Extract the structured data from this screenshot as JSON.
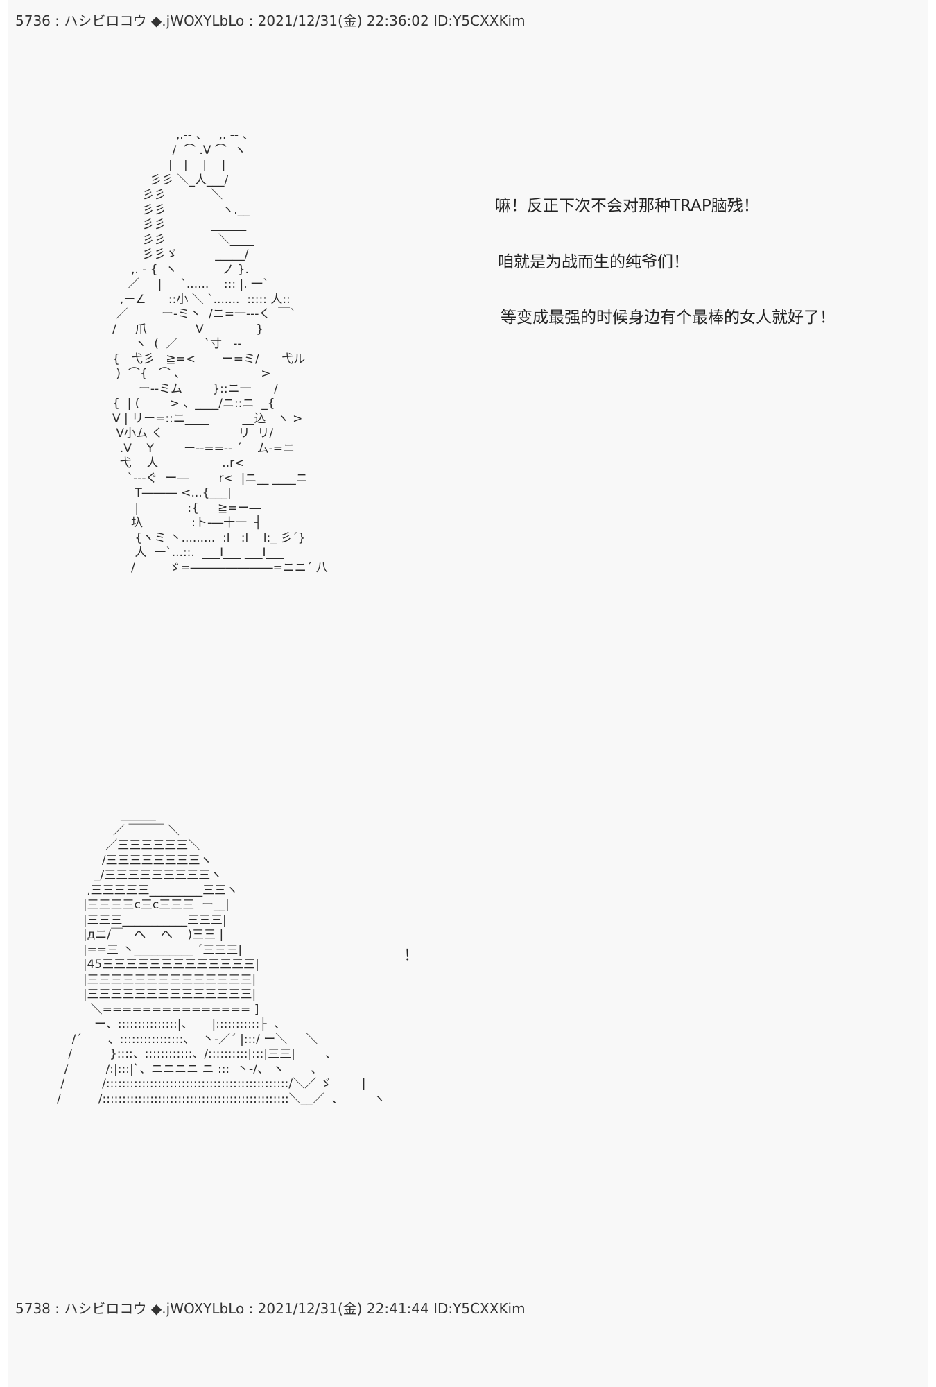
{
  "posts": [
    {
      "header": "5736 : ハシビロコウ ◆.jWOXYLbLo : 2021/12/31(金) 22:36:02 ID:Y5CXXKim"
    },
    {
      "header": "5738 : ハシビロコウ ◆.jWOXYLbLo : 2021/12/31(金) 22:41:44 ID:Y5CXXKim"
    }
  ],
  "ascii_art": {
    "muscle_character": "                 ,.-- 、   ,. -- 、\n                /  ⌒ .V ⌒  ヽ\n               |   |    |    |\n          彡彡 ＼_人___/\n        彡彡            ＼\n        彡彡               ヽ.__\n        彡彡            ______\n        彡彡              ＼____\n        彡彡ゞ          _____/\n     ,. - {  ヽ            ノ }.\n    ／     |     `......    ::: |. 一`\n  ,ー∠      ::小 ＼ `.......  ::::: 人::\n ／         ー-ミ丶  /ニ=一---く  ￣`\n/     爪             V              }\n      ヽ  (  ／       `寸   --\n{   弋彡   ≧=<       ー=ミ/      弋ル\n )  ⌒{   ⌒ 、                    >\n       ー--ミム        }::ニ一      /\n{  | (        > 、____/ニ::ニ  _{\nV | リー=::ニ____         __込   ヽ >\n V小ム く                    リ  リ/\n  .V    Y        ー--==-- ´    ム-=ニ\n  弋    人                 ..r<\n    `---ぐ  ー―        r<  |ニ__ ____ニ\n      T――― <...{___|\n      |             :{     ≧=ー―\n     圦             :ト-―十一  ┤\n      {ヽミ 丶.........  :l   :l    l:_ 彡´}\n      人  一`...::.  ___I___ ___I___\n     /         ゞ=―――――――=ニニ´ 八",
    "hooded_character": "                 ＿＿＿\n               ／ ￣￣￣ ＼\n             ／三三三三三三＼\n            /三三三三三三三三ヽ\n          _/三三三三三三三三三ヽ\n        ,三三三三三_________三三ヽ\n       |三三三三c三c三三三  ー__|\n       |三三三___________三三三|\n       |дニ/￣   へ    へ    )三三 |\n       |==三 丶__________ ´三三三|\n       |45三三三三三三三三三三三三三|\n       |三三三三三三三三三三三三三三|\n       |三三三三三三三三三三三三三三|\n         ＼=============== ]\n          ー、:::::::::::::::|、     |:::::::::::├  、\n    /´       、::::::::::::::::、  丶-／´ |:::/ ー＼     ＼\n   /          }::::、::::::::::::、/::::::::::|:::|三三|        、\n  /          /:|:::|`、ニニニニ ニ :::  丶-/、 ヽ       、\n /          /::::::::::::::::::::::::::::::::::::::::::::::/＼／ ゞ        |\n/          /:::::::::::::::::::::::::::::::::::::::::::::::＼__／  、        ヽ"
  },
  "dialogue": {
    "line_1": "嘛！反正下次不会对那种TRAP脑残！",
    "line_2": "咱就是为战而生的纯爷们！",
    "line_3": "等变成最强的时候身边有个最棒的女人就好了！",
    "exclaim": "！"
  }
}
